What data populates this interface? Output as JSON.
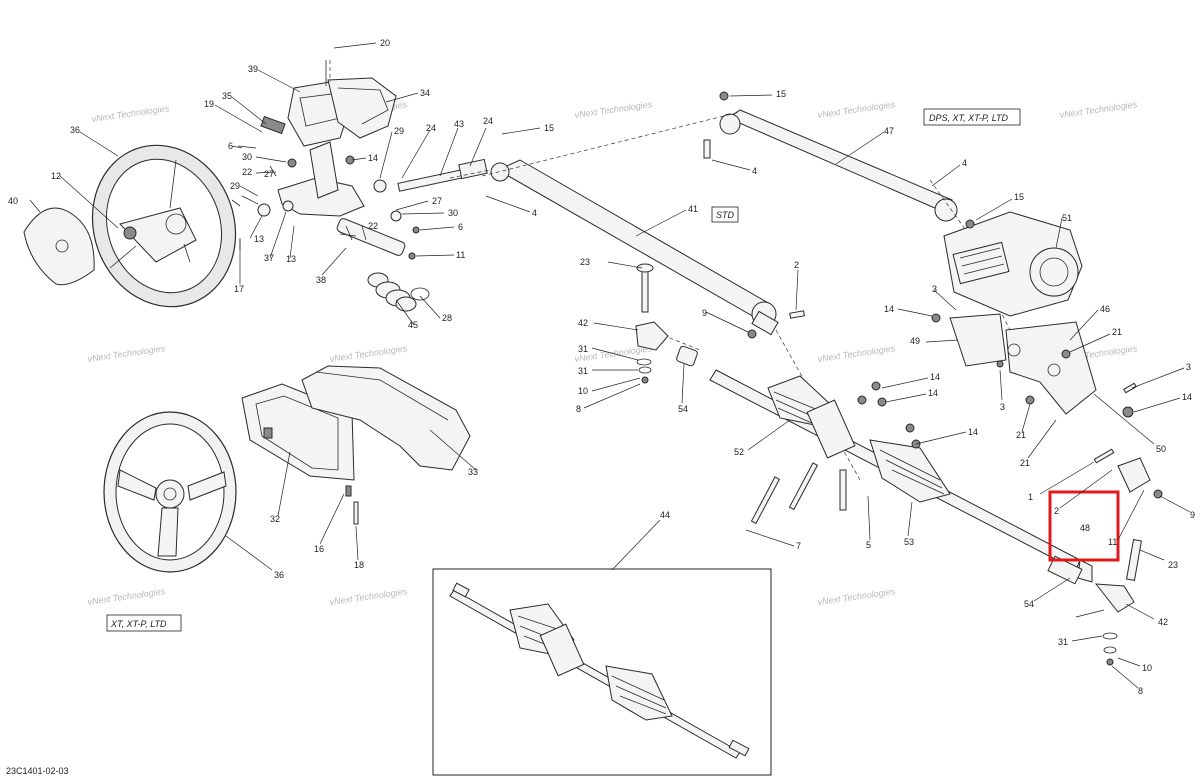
{
  "diagram_id": "23C1401-02-03",
  "highlight": {
    "part": "48",
    "color": "#e0191b"
  },
  "variant_labels": {
    "top_right": "DPS, XT, XT-P, LTD",
    "middle": "STD",
    "bottom_left": "XT, XT-P, LTD"
  },
  "watermark": {
    "line1": "vNext Technologies",
    "line2": "Technologies"
  },
  "callouts": {
    "c20": "20",
    "c39": "39",
    "c34": "34",
    "c35": "35",
    "c19": "19",
    "c36a": "36",
    "c6a": "6",
    "c29a": "29",
    "c30a": "30",
    "c14a": "14",
    "c24a": "24",
    "c43": "43",
    "c24b": "24",
    "c15a": "15",
    "c22a": "22",
    "c27a": "27",
    "c12": "12",
    "c40": "40",
    "c29b": "29",
    "c13a": "13",
    "c37": "37",
    "c13b": "13",
    "c17": "17",
    "c22b": "22",
    "c27b": "27",
    "c30b": "30",
    "c6b": "6",
    "c11a": "11",
    "c38": "38",
    "c45": "45",
    "c28": "28",
    "c4a": "4",
    "c15b": "15",
    "c47": "47",
    "c4b": "4",
    "c4c": "4",
    "c15c": "15",
    "c51": "51",
    "c41": "41",
    "c23a": "23",
    "c2a": "2",
    "c42a": "42",
    "c9a": "9",
    "c31a": "31",
    "c3a": "3",
    "c31b": "31",
    "c10a": "10",
    "c8a": "8",
    "c54a": "54",
    "c14b": "14",
    "c46": "46",
    "c49": "49",
    "c21a": "21",
    "c3b": "3",
    "c14c": "14",
    "c14d": "14",
    "c14e": "14",
    "c3c": "3",
    "c21b": "21",
    "c21c": "21",
    "c50": "50",
    "c52": "52",
    "c1": "1",
    "c2b": "2",
    "c48": "48",
    "c9b": "9",
    "c11b": "11",
    "c23b": "23",
    "c33": "33",
    "c32": "32",
    "c16": "16",
    "c18": "18",
    "c36b": "36",
    "c44": "44",
    "c7": "7",
    "c5": "5",
    "c53": "53",
    "c54b": "54",
    "c42b": "42",
    "c31c": "31",
    "c10b": "10",
    "c8b": "8",
    "c14f": "14"
  }
}
